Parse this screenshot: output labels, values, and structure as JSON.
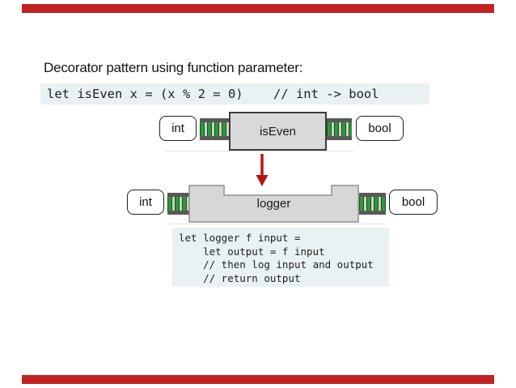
{
  "slide": {
    "title": "Decorator pattern using function parameter:"
  },
  "accent": {
    "bar_color": "#c32222",
    "arrow_color": "#b41616"
  },
  "code_snippet_isEven": {
    "text": "let isEven x = (x % 2 = 0)    // int -> bool",
    "background": "#e9f1f2"
  },
  "isEven_row": {
    "input_type": "int",
    "function_name": "isEven",
    "output_type": "bool"
  },
  "logger_row": {
    "input_type": "int",
    "function_name": "logger",
    "output_type": "bool"
  },
  "code_snippet_logger": {
    "background": "#e9f1f2",
    "lines": [
      "let logger f input =",
      "    let output = f input",
      "    // then log input and output",
      "    // return output"
    ]
  },
  "colors": {
    "track_green": "#2f9a35",
    "track_rail": "#585858",
    "track_bed": "#ccd2cc",
    "function_box_fill": "#d9d9d9",
    "function_box_border": "#3d3d3d",
    "logger_box_fill": "#d7d7d7",
    "logger_box_border": "#8f8f8f"
  }
}
